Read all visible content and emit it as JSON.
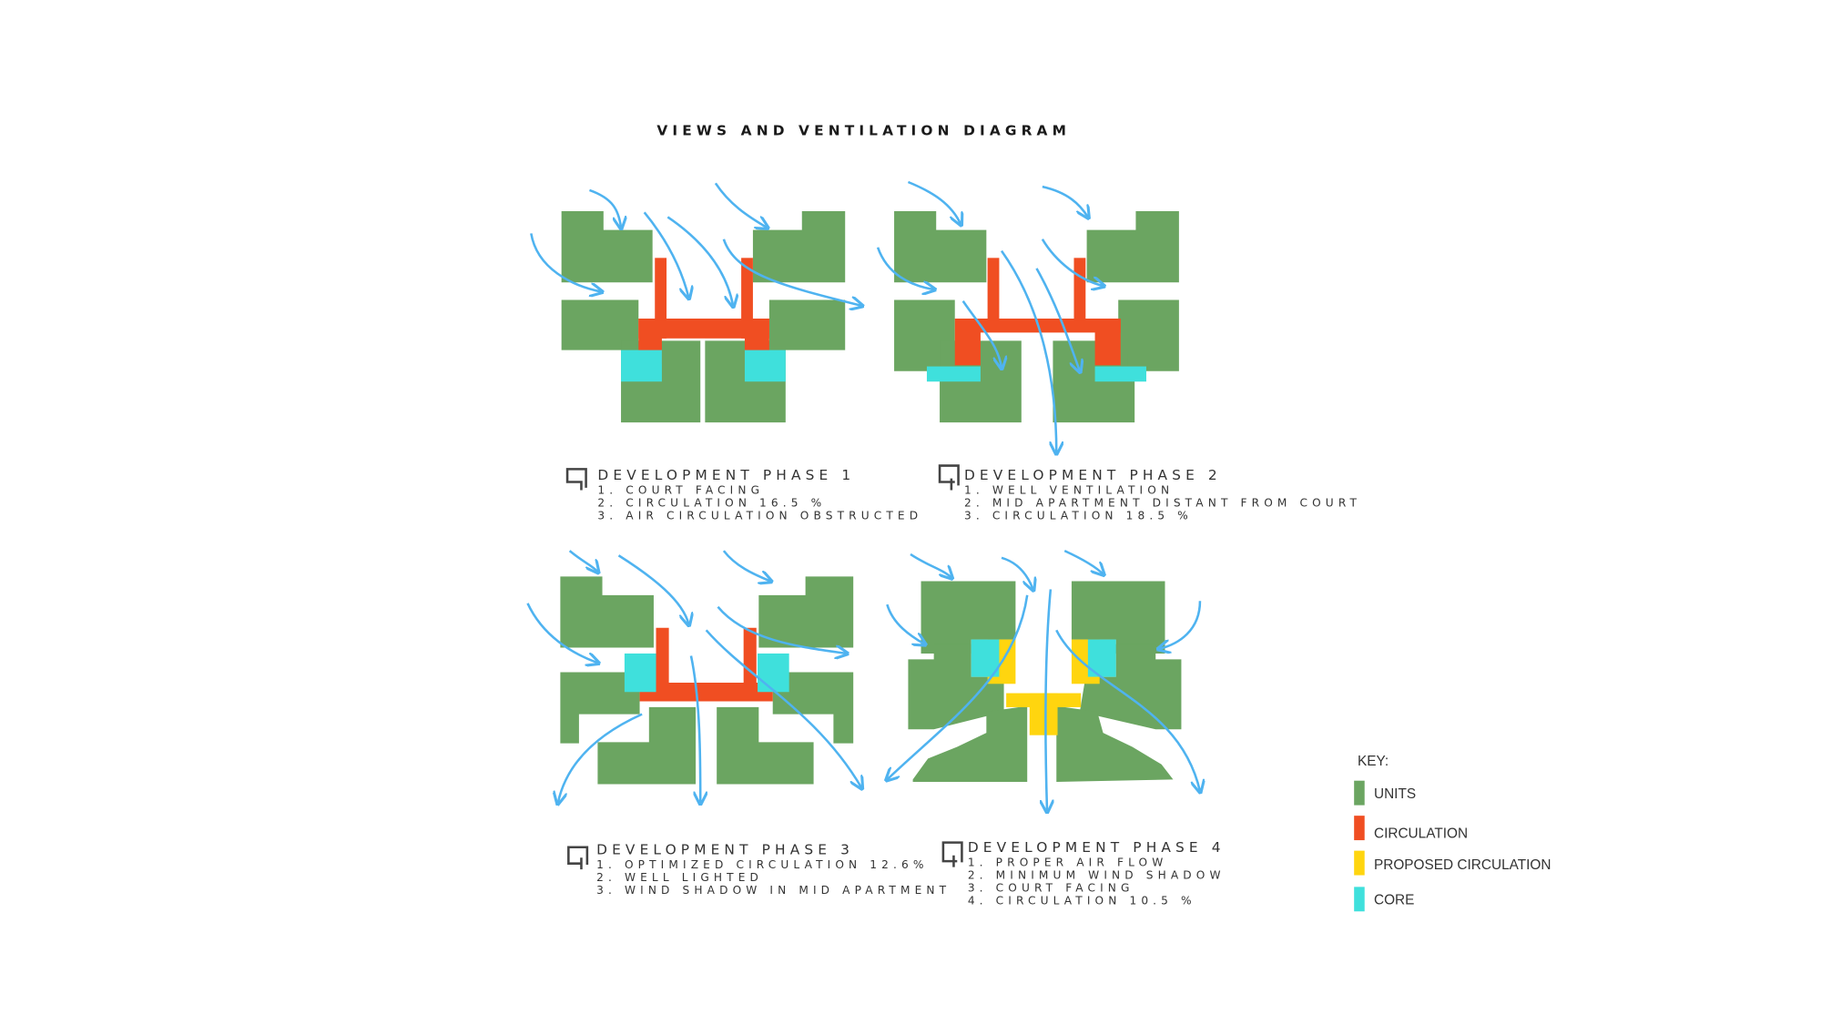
{
  "title": "VIEWS AND VENTILATION DIAGRAM",
  "phases": [
    {
      "heading": "DEVELOPMENT PHASE 1",
      "items": [
        "1. COURT FACING",
        "2. CIRCULATION 16.5 %",
        "3. AIR CIRCULATION OBSTRUCTED"
      ]
    },
    {
      "heading": "DEVELOPMENT PHASE 2",
      "items": [
        "1. WELL VENTILATION",
        "2. MID APARTMENT DISTANT FROM COURT",
        "3. CIRCULATION 18.5 %"
      ]
    },
    {
      "heading": "DEVELOPMENT PHASE 3",
      "items": [
        "1. OPTIMIZED CIRCULATION 12.6%",
        "2. WELL LIGHTED",
        "3. WIND SHADOW IN MID APARTMENT"
      ]
    },
    {
      "heading": "DEVELOPMENT PHASE 4",
      "items": [
        "1. PROPER AIR FLOW",
        "2. MINIMUM WIND SHADOW",
        "3. COURT FACING",
        "4. CIRCULATION 10.5 %"
      ]
    }
  ],
  "key": {
    "label": "KEY:",
    "entries": [
      {
        "label": "UNITS",
        "color": "#6ba561"
      },
      {
        "label": "CIRCULATION",
        "color": "#f04e22"
      },
      {
        "label": "PROPOSED CIRCULATION",
        "color": "#ffd50f"
      },
      {
        "label": "CORE",
        "color": "#3fe0dc"
      }
    ]
  }
}
